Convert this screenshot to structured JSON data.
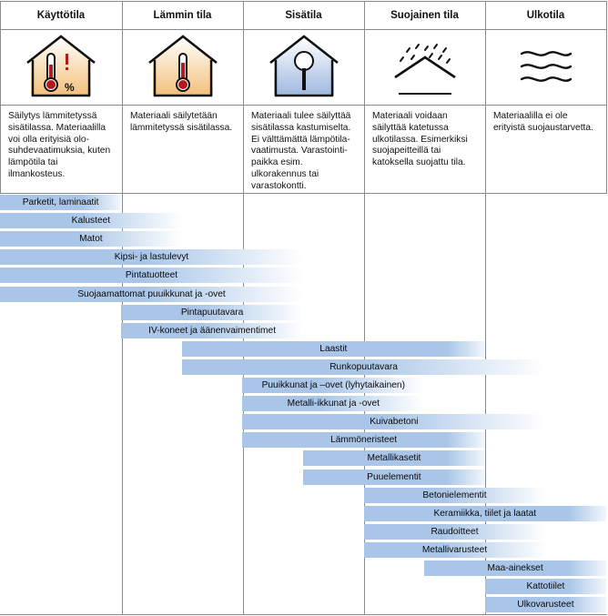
{
  "columns": [
    {
      "title": "Käyttötila",
      "icon": "heated-house-humidity-icon",
      "description": "Säilytys lämmitetyssä sisätilassa. Materiaalilla voi olla erityisiä olo-suhdevaatimuksia, kuten lämpötila tai ilmankosteus."
    },
    {
      "title": "Lämmin tila",
      "icon": "heated-house-thermometer-icon",
      "description": "Materiaali säilytetään lämmitetyssä sisätilassa."
    },
    {
      "title": "Sisätila",
      "icon": "unheated-house-thermometer-icon",
      "description": "Materiaali tulee säilyttää sisätilassa kastumiselta. Ei välttämättä lämpötila-vaatimusta. Varastointi-paikka esim. ulkorakennus tai varastokontti."
    },
    {
      "title": "Suojainen tila",
      "icon": "roof-shelter-rain-icon",
      "description": "Materiaali voidaan säilyttää katetussa ulkotilassa. Esimerkiksi suojapeitteillä tai katoksella suojattu tila."
    },
    {
      "title": "Ulkotila",
      "icon": "outdoor-wind-icon",
      "description": "Materiaalilla ei ole erityistä suojaustarvetta."
    }
  ],
  "colors": {
    "bar": "#a9c6e8",
    "grid": "#8a8a8a",
    "text": "#111111"
  },
  "materials": [
    {
      "label": "Parketit, laminaatit",
      "from": 0,
      "to": 1.0
    },
    {
      "label": "Kalusteet",
      "from": 0,
      "to": 1.5
    },
    {
      "label": "Matot",
      "from": 0,
      "to": 1.5
    },
    {
      "label": "Kipsi- ja lastulevyt",
      "from": 0,
      "to": 2.5
    },
    {
      "label": "Pintatuotteet",
      "from": 0,
      "to": 2.5
    },
    {
      "label": "Suojaamattomat puuikkunat ja -ovet",
      "from": 0,
      "to": 2.5
    },
    {
      "label": "Pintapuutavara",
      "from": 1,
      "to": 2.5
    },
    {
      "label": "IV-koneet ja äänenvaimentimet",
      "from": 1,
      "to": 2.5
    },
    {
      "label": "Laastit",
      "from": 1.5,
      "to": 4
    },
    {
      "label": "Runkopuutavara",
      "from": 1.5,
      "to": 4.5
    },
    {
      "label": "Puuikkunat ja –ovet (lyhytaikainen)",
      "from": 2,
      "to": 3.5
    },
    {
      "label": "Metalli-ikkunat ja -ovet",
      "from": 2,
      "to": 3.5
    },
    {
      "label": "Kuivabetoni",
      "from": 2,
      "to": 4.5
    },
    {
      "label": "Lämmöneristeet",
      "from": 2,
      "to": 4
    },
    {
      "label": "Metallikasetit",
      "from": 2.5,
      "to": 4
    },
    {
      "label": "Puuelementit",
      "from": 2.5,
      "to": 4
    },
    {
      "label": "Betonielementit",
      "from": 3,
      "to": 4.5
    },
    {
      "label": "Keramiikka, tiilet ja laatat",
      "from": 3,
      "to": 5
    },
    {
      "label": "Raudoitteet",
      "from": 3,
      "to": 4.5
    },
    {
      "label": "Metallivarusteet",
      "from": 3,
      "to": 4.5
    },
    {
      "label": "Maa-ainekset",
      "from": 3.5,
      "to": 5
    },
    {
      "label": "Kattotiilet",
      "from": 4,
      "to": 5
    },
    {
      "label": "Ulkovarusteet",
      "from": 4,
      "to": 5
    }
  ]
}
